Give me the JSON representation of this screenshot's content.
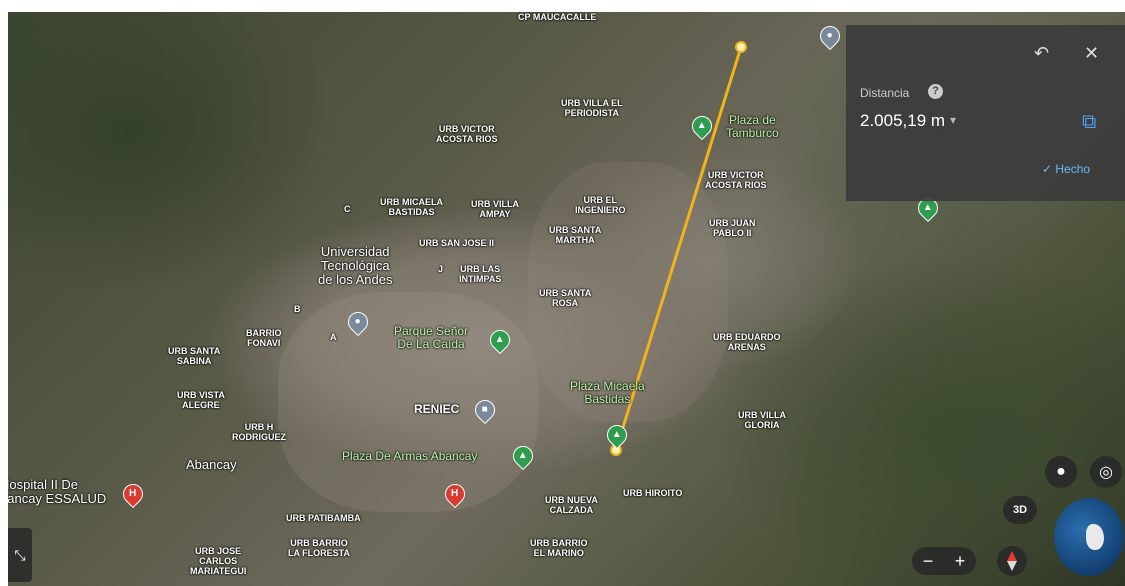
{
  "map_labels": {
    "cp_maucacalle": "CP MAUCACALLE",
    "urb_villa_el_periodista": "URB VILLA EL\nPERIODISTA",
    "plaza_tamburco": "Plaza de\nTamburco",
    "urb_victor_acosta_rios_1": "URB VICTOR\nACOSTA RIOS",
    "urb_victor_acosta_rios_2": "URB VICTOR\nACOSTA RIOS",
    "urb_micaela_bastidas": "URB MICAELA\nBASTIDAS",
    "urb_villa_ampay": "URB VILLA\nAMPAY",
    "urb_el_ingeniero": "URB EL\nINGENIERO",
    "urb_santa_martha": "URB SANTA\nMARTHA",
    "urb_juan_pablo_ii": "URB JUAN\nPABLO II",
    "urb_san_jose_ii": "URB SAN JOSE II",
    "universidad": "Universidad\nTecnológica\nde los Andes",
    "urb_las_intimpas": "URB LAS\nINTIMPAS",
    "urb_santa_rosa": "URB SANTA\nROSA",
    "barrio_fonavi": "BARRIO\nFONAVI",
    "parque": "Parque Señor\nDe La Caída",
    "urb_santa_sabina": "URB SANTA\nSABINA",
    "urb_eduardo_arenas": "URB EDUARDO\nARENAS",
    "plaza_micaela": "Plaza Micaela\nBastidas",
    "urb_vista_alegre": "URB VISTA\nALEGRE",
    "reniec": "RENIEC",
    "urb_villa_gloria": "URB VILLA\nGLORIA",
    "urb_h_rodriguez": "URB H\nRODRIGUEZ",
    "plaza_armas": "Plaza De Armas Abancay",
    "abancay": "Abancay",
    "hospital": "Hospital II De\nbancay ESSALUD",
    "urb_hiroito": "URB HIROITO",
    "urb_nueva_calzada": "URB NUEVA\nCALZADA",
    "urb_patibamba": "URB PATIBAMBA",
    "urb_barrio_la_floresta": "URB BARRIO\nLA FLORESTA",
    "urb_barrio_el_marino": "URB BARRIO\nEL MARINO",
    "urb_jose_carlos": "URB JOSE\nCARLOS\nMARIATEGUI",
    "letter_a": "A",
    "letter_b": "B",
    "letter_c": "C",
    "letter_j": "J"
  },
  "measure_panel": {
    "title": "Distancia",
    "help_icon": "?",
    "value": "2.005,19 m",
    "dropdown_arrow": "▾",
    "undo_icon": "↶",
    "close_icon": "✕",
    "copy_icon": "⧉",
    "done_label": "✓ Hecho"
  },
  "controls": {
    "zoom_out": "−",
    "zoom_in": "+",
    "three_d": "3D",
    "pegman_icon": "person-icon",
    "location_icon": "my-location-icon",
    "compass_icon": "compass-icon",
    "collapse_icon": "⤡"
  },
  "colors": {
    "measure_line": "#f2b21b",
    "pin_green": "#2e9e4e",
    "pin_red": "#d93b30"
  }
}
